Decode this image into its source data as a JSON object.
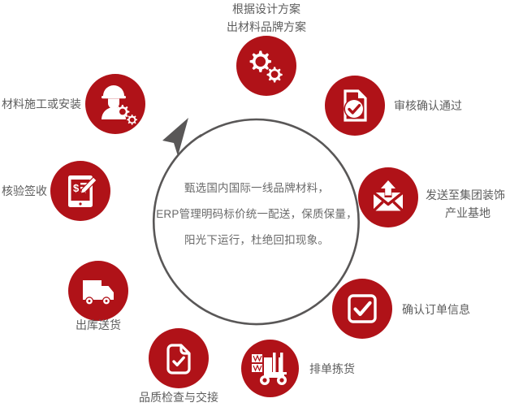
{
  "diagram": {
    "type": "circular-process",
    "title": "材料配送流程循环图",
    "accent_color": "#b01218",
    "label_color": "#5d5d5d",
    "ring_color": "#595757",
    "background": "#ffffff",
    "direction": "clockwise"
  },
  "center": {
    "lines": [
      "甄选国内国际一线品牌材料，",
      "ERP管理明码标价统一配送，保质保量，",
      "阳光下运行，杜绝回扣现象。"
    ]
  },
  "nodes": [
    {
      "id": "design-plan",
      "icon": "gears-icon",
      "label_lines": [
        "根据设计方案",
        "出材料品牌方案"
      ],
      "label": "根据设计方案出材料品牌方案",
      "order": 1
    },
    {
      "id": "review-approved",
      "icon": "document-check-icon",
      "label_lines": [
        "审核确认通过"
      ],
      "label": "审核确认通过",
      "order": 2
    },
    {
      "id": "send-to-base",
      "icon": "send-envelope-icon",
      "label_lines": [
        "发送至集团装饰",
        "产业基地"
      ],
      "label": "发送至集团装饰产业基地",
      "order": 3
    },
    {
      "id": "confirm-order",
      "icon": "checkbox-icon",
      "label_lines": [
        "确认订单信息"
      ],
      "label": "确认订单信息",
      "order": 4
    },
    {
      "id": "pick-goods",
      "icon": "forklift-icon",
      "label_lines": [
        "排单拣货"
      ],
      "label": "排单拣货",
      "order": 5
    },
    {
      "id": "quality-check",
      "icon": "document-check-outline-icon",
      "label_lines": [
        "品质检查与交接"
      ],
      "label": "品质检查与交接",
      "order": 6
    },
    {
      "id": "delivery",
      "icon": "truck-icon",
      "label_lines": [
        "出库送货"
      ],
      "label": "出库送货",
      "order": 7
    },
    {
      "id": "verify-receipt",
      "icon": "signature-invoice-icon",
      "label_lines": [
        "核验签收"
      ],
      "label": "核验签收",
      "order": 8
    },
    {
      "id": "installation",
      "icon": "worker-gears-icon",
      "label_lines": [
        "材料施工或安装"
      ],
      "label": "材料施工或安装",
      "order": 9
    }
  ]
}
